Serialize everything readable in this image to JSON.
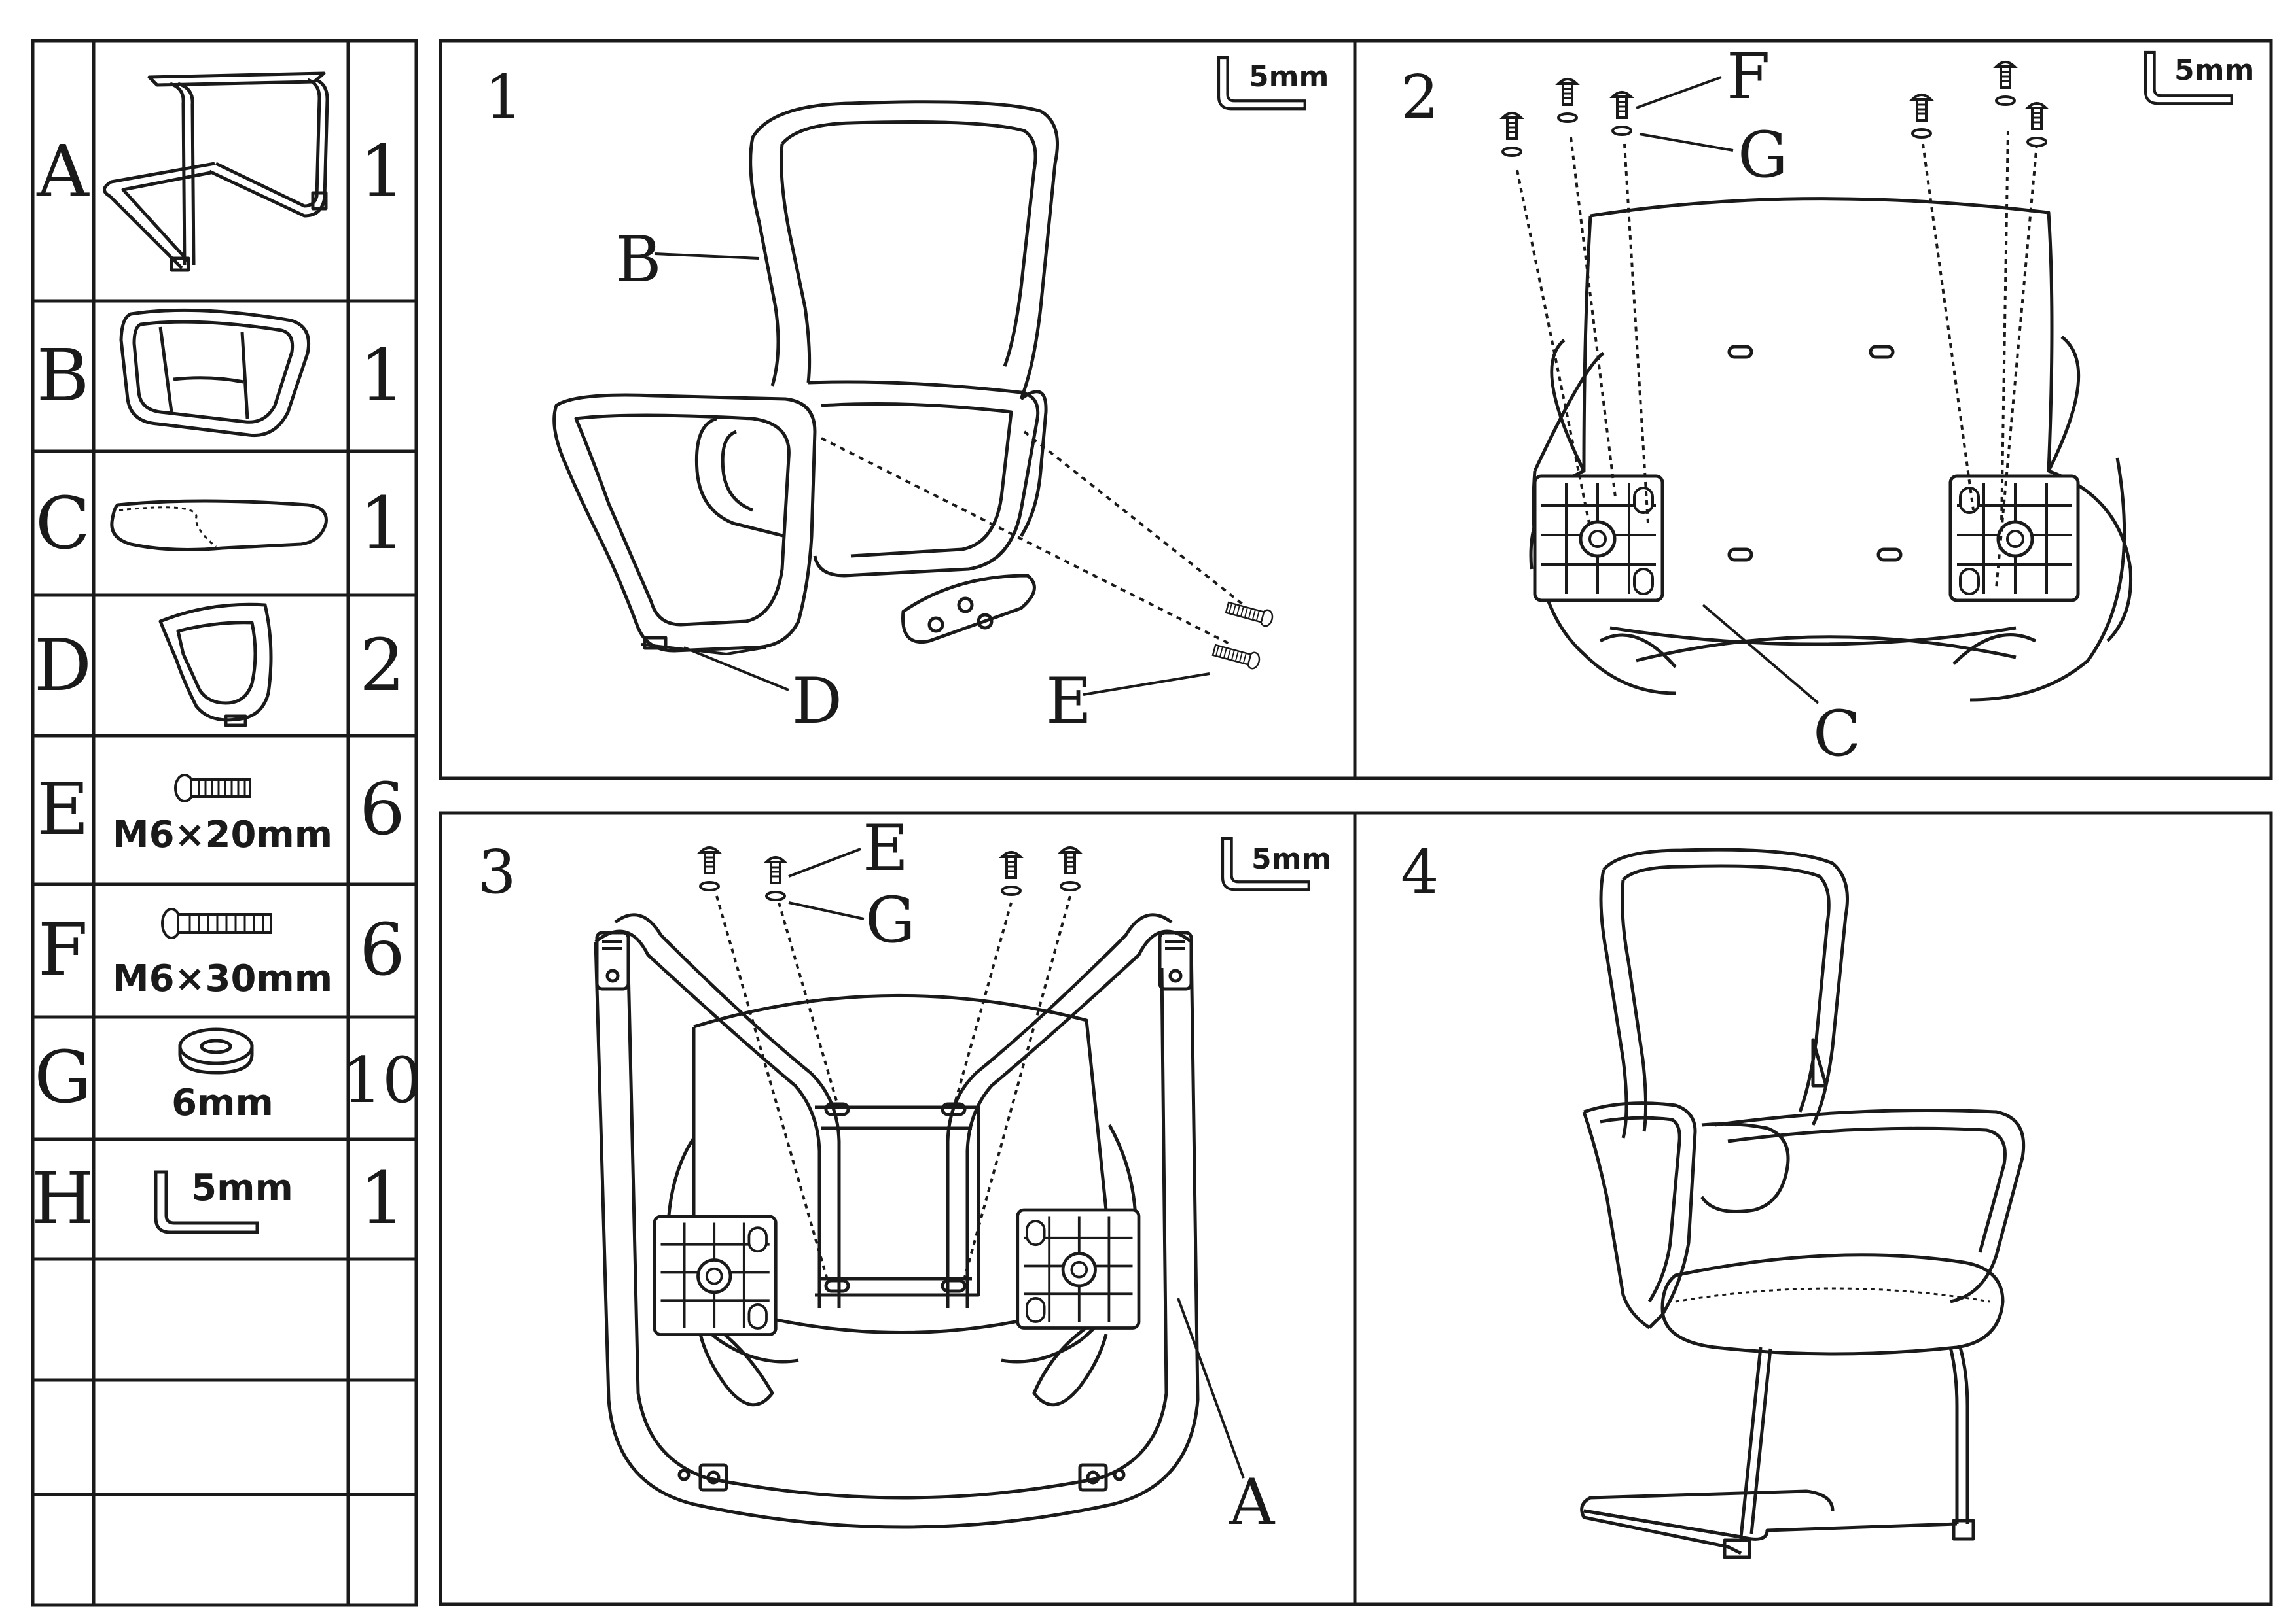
{
  "ink_color": "#1a1a1a",
  "paper_color": "#ffffff",
  "parts_list": [
    {
      "letter": "A",
      "qty": "1",
      "icon": "sled-base-frame-icon",
      "spec": ""
    },
    {
      "letter": "B",
      "qty": "1",
      "icon": "backrest-frame-icon",
      "spec": ""
    },
    {
      "letter": "C",
      "qty": "1",
      "icon": "seat-cushion-icon",
      "spec": ""
    },
    {
      "letter": "D",
      "qty": "2",
      "icon": "armrest-icon",
      "spec": ""
    },
    {
      "letter": "E",
      "qty": "6",
      "icon": "bolt-short-icon",
      "spec": "M6×20mm"
    },
    {
      "letter": "F",
      "qty": "6",
      "icon": "bolt-long-icon",
      "spec": "M6×30mm"
    },
    {
      "letter": "G",
      "qty": "10",
      "icon": "washer-icon",
      "spec": "6mm"
    },
    {
      "letter": "H",
      "qty": "1",
      "icon": "allen-key-icon",
      "spec": "5mm"
    }
  ],
  "steps": [
    {
      "number": "1",
      "tool": "5mm",
      "callouts": [
        "B",
        "D",
        "E"
      ]
    },
    {
      "number": "2",
      "tool": "5mm",
      "callouts": [
        "F",
        "G",
        "C"
      ]
    },
    {
      "number": "3",
      "tool": "5mm",
      "callouts": [
        "E",
        "G",
        "A"
      ]
    },
    {
      "number": "4",
      "tool": "",
      "callouts": []
    }
  ]
}
